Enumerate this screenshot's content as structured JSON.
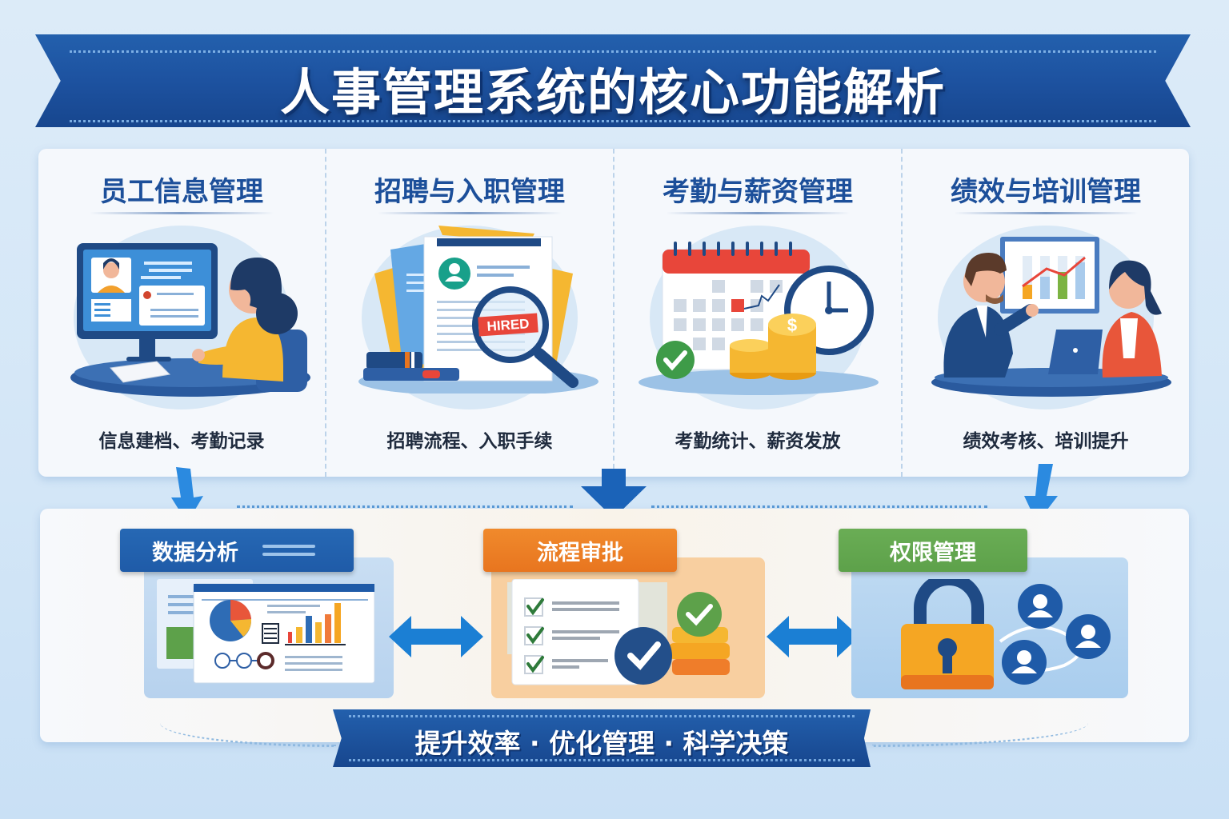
{
  "title": "人事管理系统的核心功能解析",
  "modules": [
    {
      "title": "员工信息管理",
      "description": "信息建档、考勤记录",
      "illustration": "employee-at-computer"
    },
    {
      "title": "招聘与入职管理",
      "description": "招聘流程、入职手续",
      "illustration": "resume-magnifier",
      "stamp_text": "HIRED"
    },
    {
      "title": "考勤与薪资管理",
      "description": "考勤统计、薪资发放",
      "illustration": "calendar-clock-coins"
    },
    {
      "title": "绩效与培训管理",
      "description": "绩效考核、培训提升",
      "illustration": "performance-meeting"
    }
  ],
  "features": [
    {
      "label": "数据分析",
      "color": "#1f5ba8",
      "illustration": "dashboard-charts"
    },
    {
      "label": "流程审批",
      "color": "#e8751f",
      "illustration": "checklist-approval"
    },
    {
      "label": "权限管理",
      "color": "#5da14a",
      "illustration": "lock-users"
    }
  ],
  "slogan": "提升效率 · 优化管理 · 科学决策",
  "colors": {
    "primary_blue": "#1d52a0",
    "accent_orange": "#e8751f",
    "accent_green": "#5da14a",
    "arrow_blue": "#1b7fd4",
    "background": "#d6e8f7"
  }
}
